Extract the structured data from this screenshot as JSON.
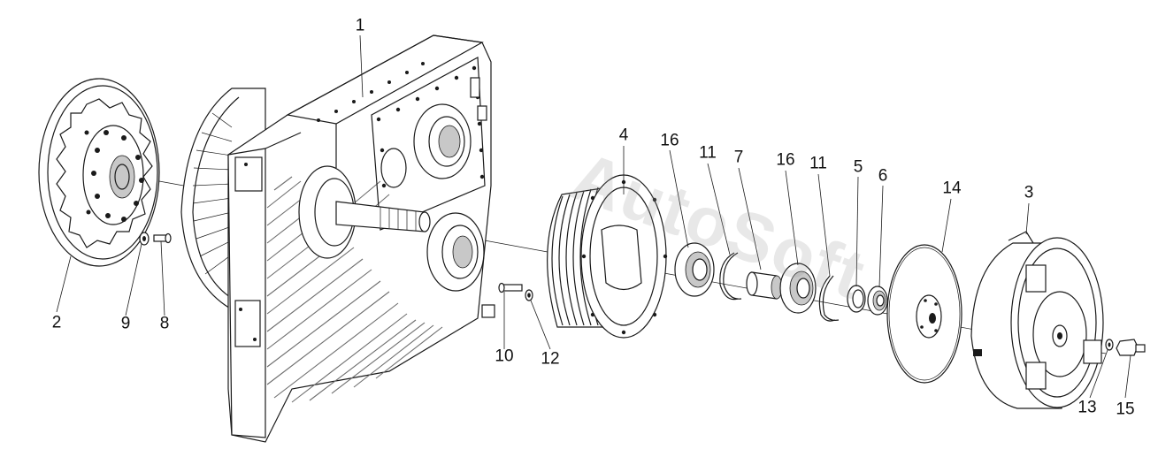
{
  "watermark": "AutoSoft",
  "callouts": {
    "c1": "1",
    "c2": "2",
    "c3": "3",
    "c4": "4",
    "c5": "5",
    "c6": "6",
    "c7": "7",
    "c8": "8",
    "c9": "9",
    "c10": "10",
    "c11a": "11",
    "c11b": "11",
    "c12": "12",
    "c13": "13",
    "c14": "14",
    "c15": "15",
    "c16a": "16",
    "c16b": "16"
  }
}
